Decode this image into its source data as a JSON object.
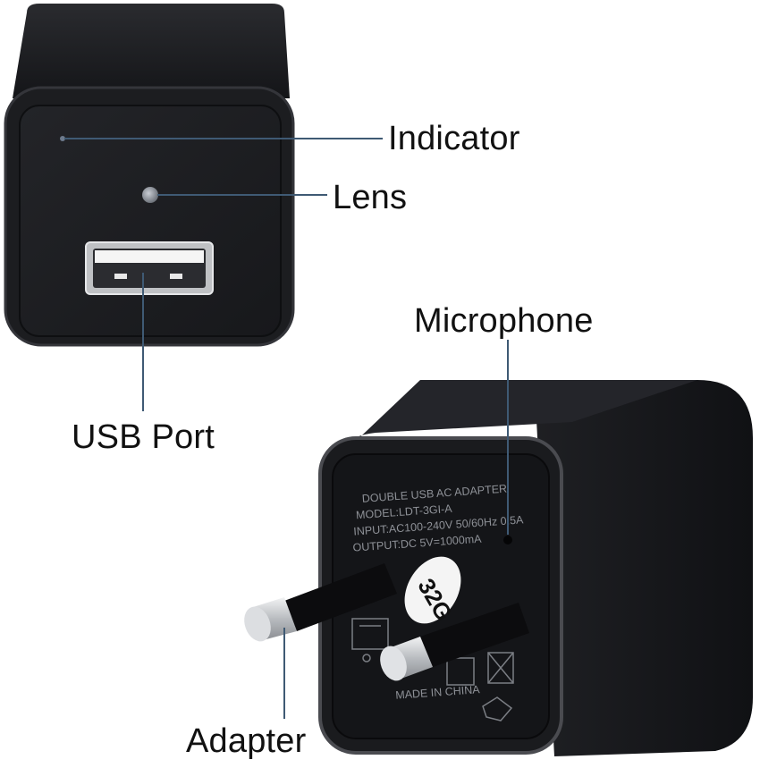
{
  "labels": {
    "indicator": "Indicator",
    "lens": "Lens",
    "usb_port": "USB Port",
    "microphone": "Microphone",
    "adapter": "Adapter"
  },
  "device_text": {
    "line1": "DOUBLE USB AC ADAPTER",
    "line2": "MODEL:LDT-3GI-A",
    "line3": "INPUT:AC100-240V 50/60Hz 0.5A",
    "line4": "OUTPUT:DC 5V=1000mA",
    "made_in": "MADE IN CHINA",
    "capacity_sticker": "32G"
  },
  "colors": {
    "body": "#1b1c1f",
    "body_edge": "#3a3b40",
    "leader_line": "#3f5a74",
    "prong_metal": "#d7d9dc",
    "prong_insulator": "#0c0c0e"
  }
}
